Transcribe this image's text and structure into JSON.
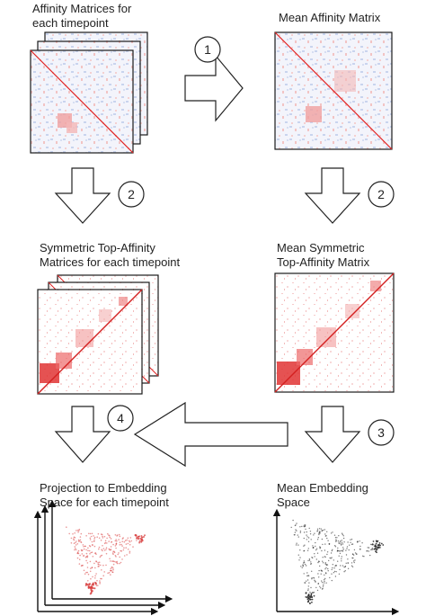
{
  "panels": {
    "affinity": {
      "line1": "Affinity Matrices for",
      "line2": "each timepoint"
    },
    "mean_affinity": {
      "line1": "Mean Affinity Matrix"
    },
    "sym_top": {
      "line1": "Symmetric Top-Affinity",
      "line2": "Matrices for each timepoint"
    },
    "mean_sym_top": {
      "line1": "Mean Symmetric",
      "line2": "Top-Affinity Matrix"
    },
    "projection": {
      "line1": "Projection to Embedding",
      "line2": "Space for each timepoint"
    },
    "mean_embedding": {
      "line1": "Mean Embedding",
      "line2": "Space"
    }
  },
  "steps": {
    "step1": "1",
    "step2_left": "2",
    "step2_right": "2",
    "step3": "3",
    "step4": "4"
  },
  "colors": {
    "matrix_frame": "#1a1a1a",
    "heat_red": "#e02020",
    "heat_blue": "#7f9fd6",
    "embedding_red": "#d84040",
    "embedding_black": "#222222",
    "arrow_stroke": "#222222"
  }
}
